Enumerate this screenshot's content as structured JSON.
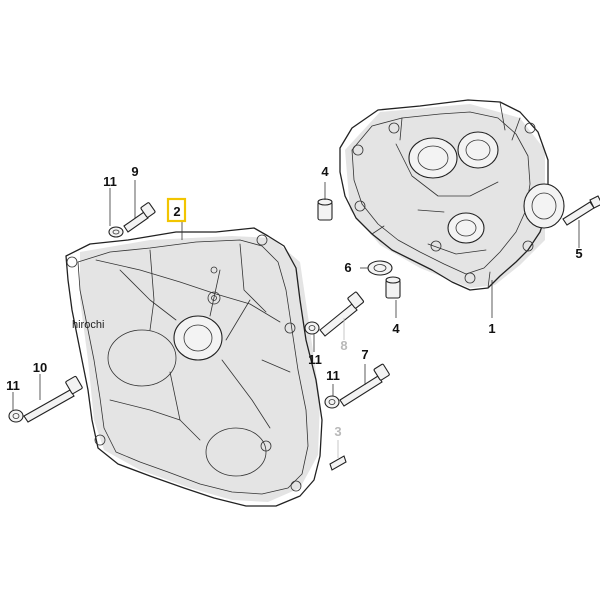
{
  "diagram": {
    "callouts": {
      "c1": "1",
      "c2": "2",
      "c3": "3",
      "c4a": "4",
      "c4b": "4",
      "c5": "5",
      "c6": "6",
      "c7": "7",
      "c8": "8",
      "c9": "9",
      "c10": "10",
      "c11a": "11",
      "c11b": "11",
      "c11c": "11",
      "c11d": "11"
    },
    "watermark": "hirochi",
    "highlighted_callout": "2",
    "colors": {
      "highlight": "#f2c500",
      "outline": "#222222",
      "greyed_callout": "#b9b9b9"
    }
  }
}
